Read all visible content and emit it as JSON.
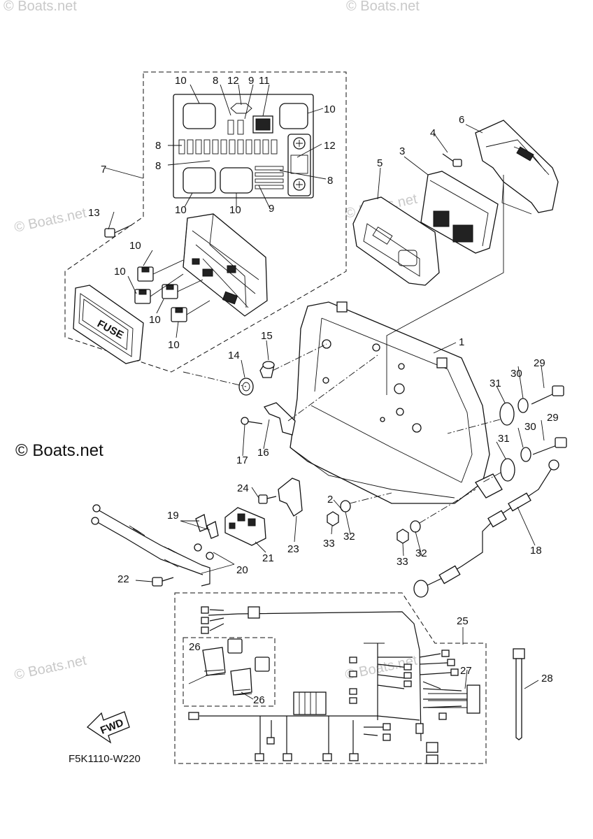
{
  "watermark": {
    "small": "© Boats.net",
    "large": "© Boats.net"
  },
  "diagram_code": "F5K1110-W220",
  "fwd_label": "FWD",
  "fuse_label": "FUSE",
  "callouts": {
    "c1": "1",
    "c2": "2",
    "c3": "3",
    "c4": "4",
    "c5": "5",
    "c6": "6",
    "c7": "7",
    "c8a": "8",
    "c8b": "8",
    "c8c": "8",
    "c8d": "8",
    "c9a": "9",
    "c9b": "9",
    "c10a": "10",
    "c10b": "10",
    "c10c": "10",
    "c10d": "10",
    "c10e": "10",
    "c10f": "10",
    "c10g": "10",
    "c10h": "10",
    "c11": "11",
    "c12a": "12",
    "c12b": "12",
    "c13": "13",
    "c14": "14",
    "c15": "15",
    "c16": "16",
    "c17": "17",
    "c18": "18",
    "c19": "19",
    "c20": "20",
    "c21": "21",
    "c22": "22",
    "c23": "23",
    "c24": "24",
    "c25": "25",
    "c26a": "26",
    "c26b": "26",
    "c27": "27",
    "c28": "28",
    "c29a": "29",
    "c29b": "29",
    "c30a": "30",
    "c30b": "30",
    "c31a": "31",
    "c31b": "31",
    "c32a": "32",
    "c32b": "32",
    "c33a": "33",
    "c33b": "33"
  }
}
